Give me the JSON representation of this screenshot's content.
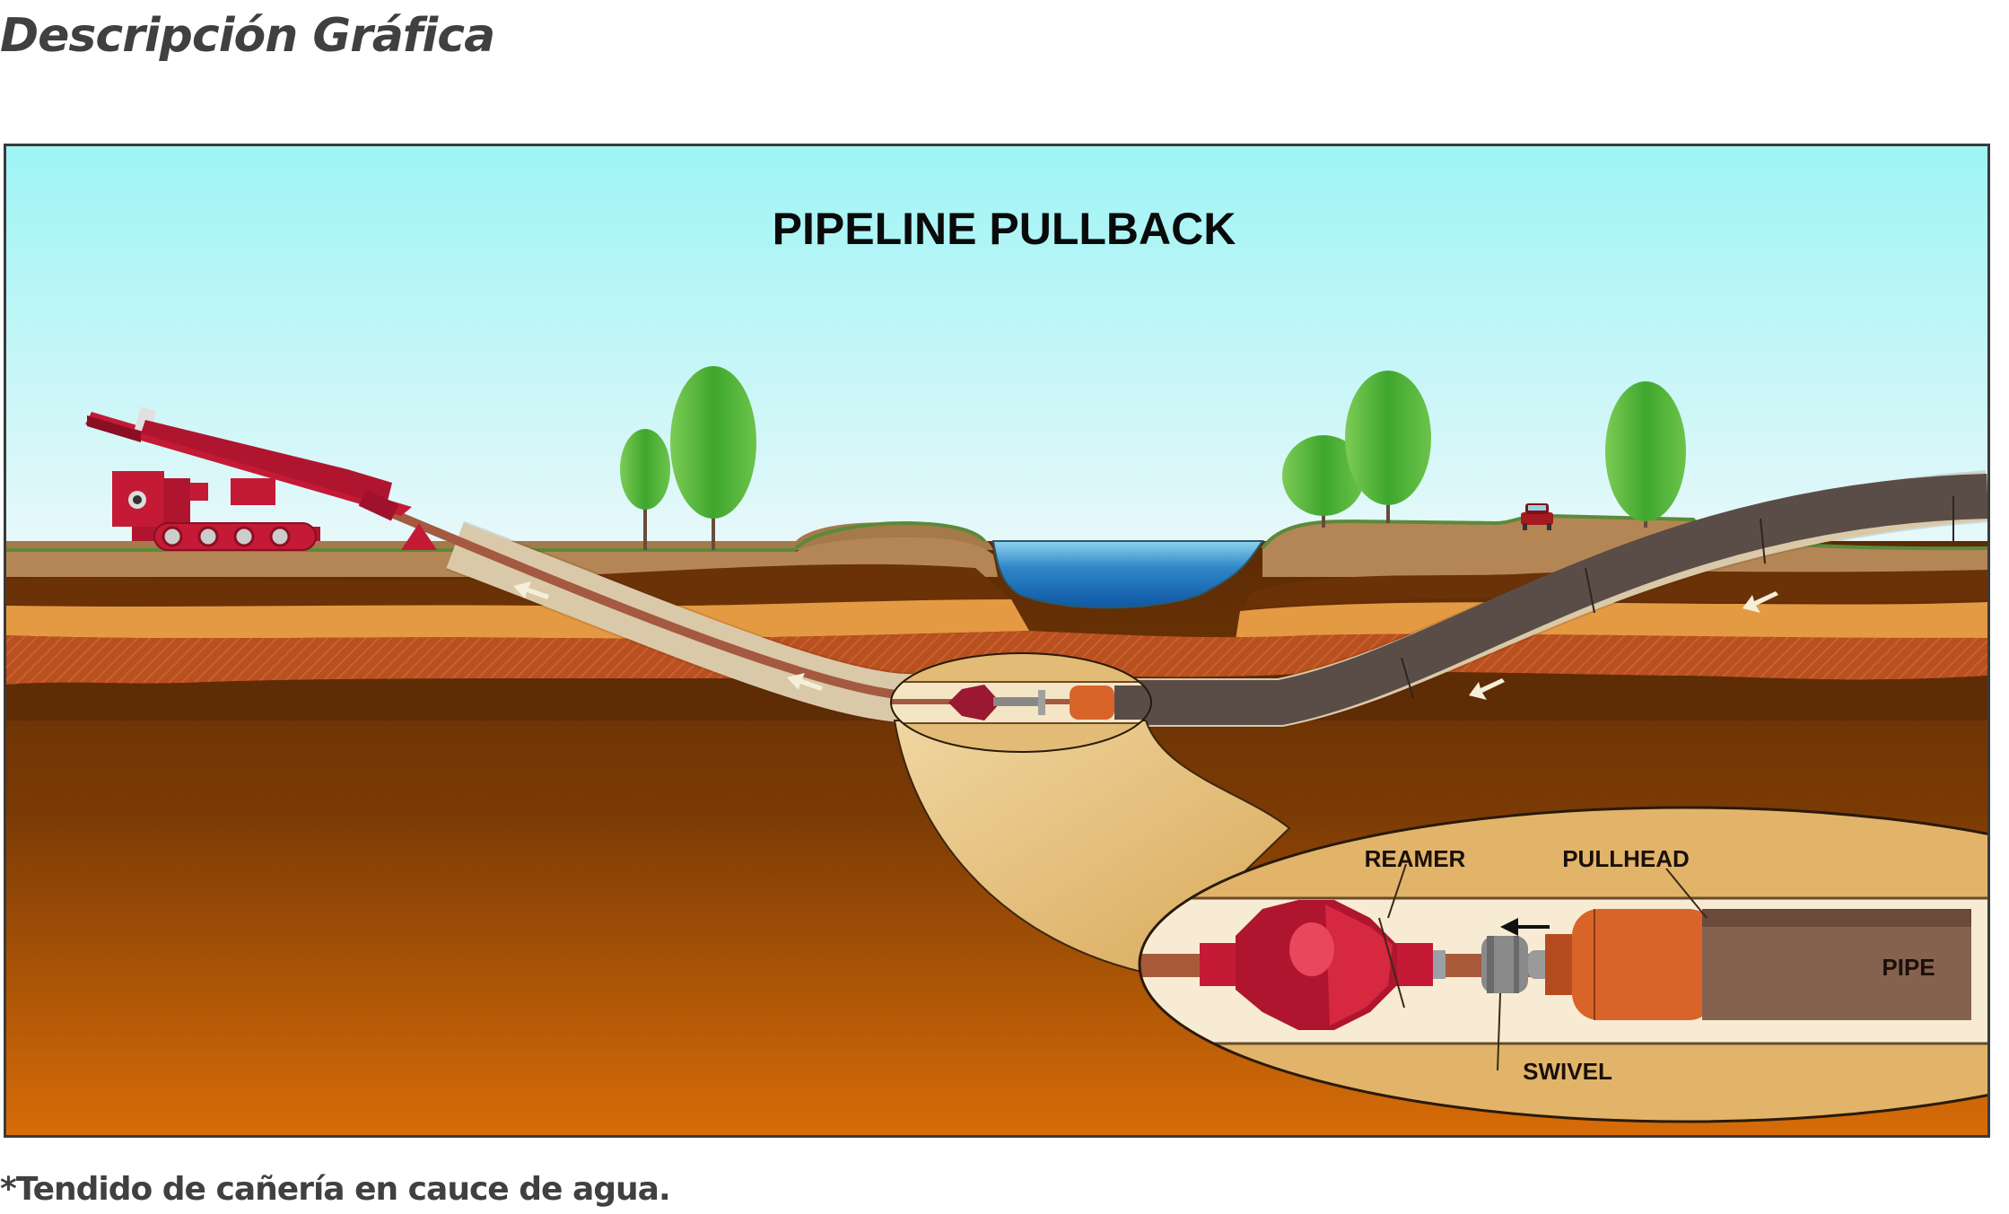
{
  "page": {
    "heading": "Descripción Gráfica",
    "caption": "*Tendido de cañería en  cauce de agua."
  },
  "diagram": {
    "title": "PIPELINE PULLBACK",
    "labels": {
      "reamer": "REAMER",
      "pullhead": "PULLHEAD",
      "swivel": "SWIVEL",
      "pipe": "PIPE"
    },
    "elements": [
      "drill-rig",
      "trees",
      "river",
      "car",
      "soil-strata",
      "drill-string",
      "product-pipe",
      "magnified-inset"
    ],
    "colors": {
      "sky_top": "#9ff5f5",
      "sky_bottom": "#e6f8fa",
      "rig_red": "#c41a36",
      "tree_green": "#4cb52f",
      "water": "#1a6cb5",
      "pipe_gray": "#5a4d48",
      "pullhead_orange": "#d8642a",
      "soil_deep_top": "#5e2c05",
      "soil_deep_bottom": "#d46a08",
      "inset_fill": "#e2bb76",
      "bore_cream": "#f5ead0"
    }
  }
}
